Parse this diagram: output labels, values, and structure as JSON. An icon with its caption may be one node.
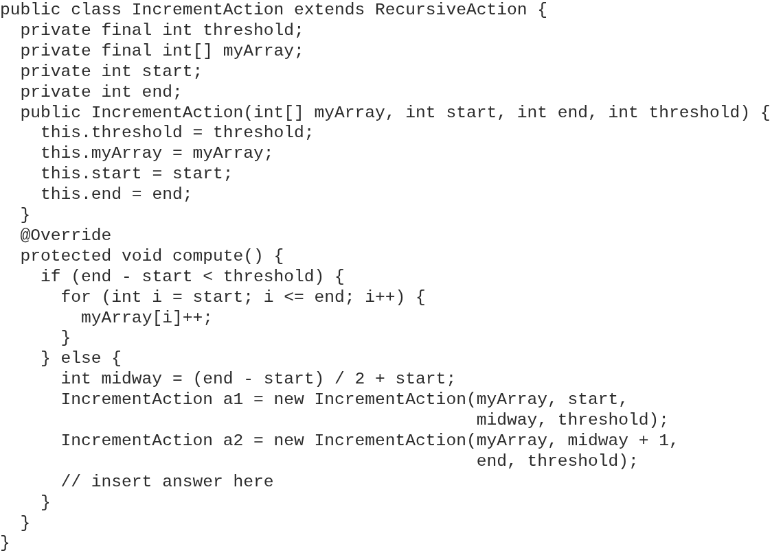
{
  "diagram": {
    "labels": [
      "public class IncrementAction extends RecursiveAction {",
      "private final int threshold;",
      "private final int[] myArray;",
      "private int start;",
      "private int end;",
      "public IncrementAction(int[] myArray, int start, int end, int threshold) {",
      "this.threshold = threshold;",
      "this.myArray = myArray;",
      "this.start = start;",
      "this.end = end;",
      "}",
      "@Override",
      "protected void compute() {",
      "if (end - start < threshold) {",
      "for (int i = start; i <= end; i++) {",
      "myArray[i]++;",
      "}",
      "} else {",
      "int midway = (end - start) / 2 + start;",
      "IncrementAction a1 = new IncrementAction(myArray, start,",
      "midway, threshold);",
      "IncrementAction a2 = new IncrementAction(myArray, midway + 1,",
      "end, threshold);",
      "// insert answer here",
      "}",
      "}",
      "}"
    ]
  }
}
